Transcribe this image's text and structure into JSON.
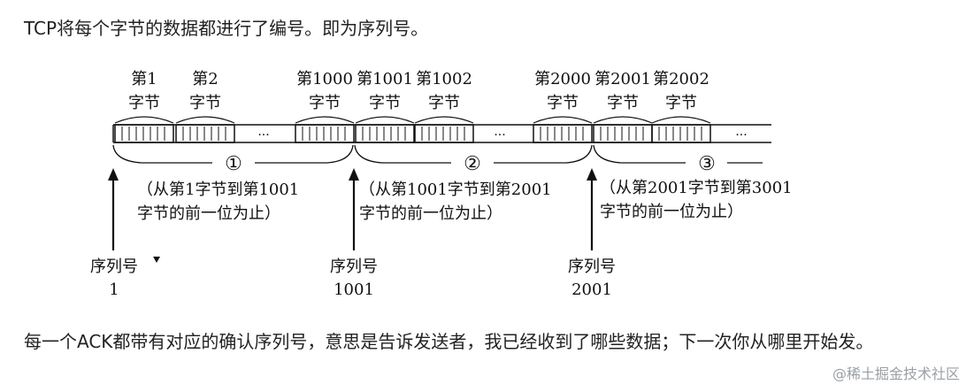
{
  "intro_text": "TCP将每个字节的数据都进行了编号。即为序列号。",
  "diagram": {
    "byte_labels": [
      {
        "num": "第1",
        "unit": "字节"
      },
      {
        "num": "第2",
        "unit": "字节"
      },
      {
        "num": "第1000",
        "unit": "字节"
      },
      {
        "num": "第1001",
        "unit": "字节"
      },
      {
        "num": "第1002",
        "unit": "字节"
      },
      {
        "num": "第2000",
        "unit": "字节"
      },
      {
        "num": "第2001",
        "unit": "字节"
      },
      {
        "num": "第2002",
        "unit": "字节"
      }
    ],
    "ellipsis": "···",
    "segments": [
      {
        "mark": "①",
        "desc_line1": "（从第1字节到第1001",
        "desc_line2": "字节的前一位为止）"
      },
      {
        "mark": "②",
        "desc_line1": "（从第1001字节到第2001",
        "desc_line2": "字节的前一位为止）"
      },
      {
        "mark": "③",
        "desc_line1": "（从第2001字节到第3001",
        "desc_line2": "字节的前一位为止）"
      }
    ],
    "seq_markers": [
      {
        "label": "序列号",
        "value": "1"
      },
      {
        "label": "序列号",
        "value": "1001"
      },
      {
        "label": "序列号",
        "value": "2001"
      }
    ]
  },
  "outro_text": "每一个ACK都带有对应的确认序列号，意思是告诉发送者，我已经收到了哪些数据；下一次你从哪里开始发。",
  "watermark": "@稀土掘金技术社区",
  "colors": {
    "text": "#222222",
    "diagram_line": "#111111",
    "watermark": "#9aa0a6"
  }
}
